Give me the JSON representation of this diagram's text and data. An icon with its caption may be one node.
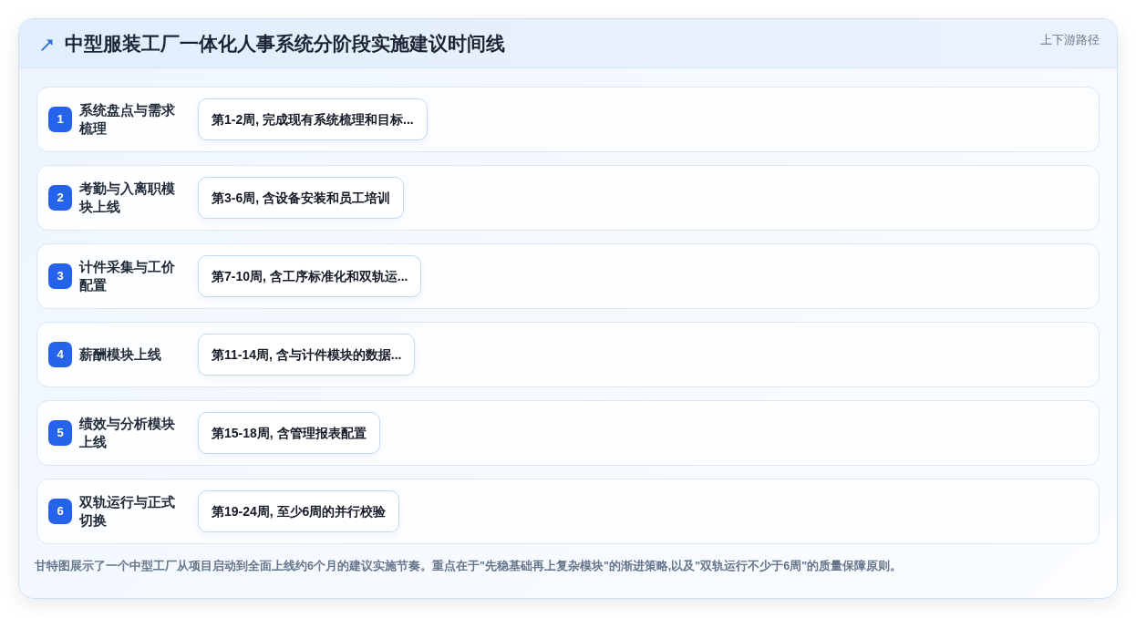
{
  "diagram": {
    "title": "中型服装工厂一体化人事系统分阶段实施建议时间线",
    "nodes": [
      {
        "text": [
          "系统盘点与需求梳理"
        ]
      },
      {
        "text": [
          "1"
        ],
        "in": 0
      },
      {
        "text": [
          "第1-2周, 完成现有系统梳理和目标..."
        ],
        "in": 0
      },
      {
        "text": [
          "考勤与入离职模块上线"
        ]
      },
      {
        "text": [
          "2"
        ],
        "in": 3
      },
      {
        "text": [
          "第3-6周, 含设备安装和员工培训"
        ],
        "in": 3
      },
      {
        "text": [
          "计件采集与工价配置"
        ]
      },
      {
        "text": [
          "3"
        ],
        "in": 6
      },
      {
        "text": [
          "第7-10周, 含工序标准化和双轨运..."
        ],
        "in": 6
      },
      {
        "text": [
          "薪酬模块上线"
        ]
      },
      {
        "text": [
          "4"
        ],
        "in": 9
      },
      {
        "text": [
          "第11-14周, 含与计件模块的数据..."
        ],
        "in": 9
      },
      {
        "text": [
          "绩效与分析模块上线"
        ]
      },
      {
        "text": [
          "5"
        ],
        "in": 12
      },
      {
        "text": [
          "第15-18周, 含管理报表配置"
        ],
        "in": 12
      },
      {
        "text": [
          "双轨运行与正式切换"
        ]
      },
      {
        "text": [
          "6"
        ],
        "in": 15
      },
      {
        "text": [
          "第19-24周, 至少6周的并行校验"
        ],
        "in": 15
      }
    ],
    "labels": [
      "上下游路径"
    ],
    "caption": "甘特图展示了一个中型工厂从项目启动到全面上线约6个月的建议实施节奏。重点在于\"先稳基础再上复杂模块\"的渐进策略,以及\"双轨运行不少于6周\"的质量保障原则。"
  }
}
